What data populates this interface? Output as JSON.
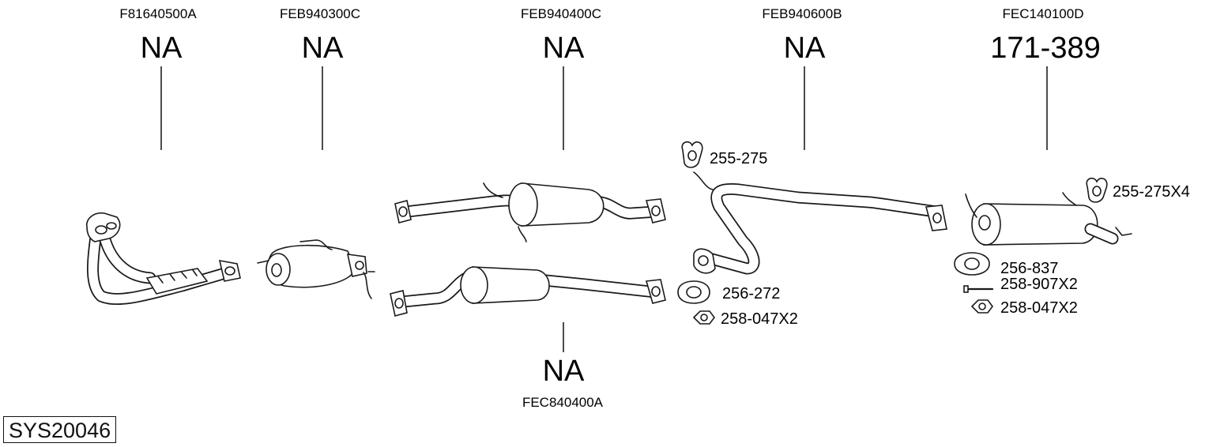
{
  "parts": [
    {
      "code": "F81640500A",
      "price": "NA"
    },
    {
      "code": "FEB940300C",
      "price": "NA"
    },
    {
      "code": "FEB940400C",
      "price": "NA"
    },
    {
      "code": "FEB940600B",
      "price": "NA"
    },
    {
      "code": "FEC140100D",
      "price": "171-389"
    },
    {
      "code": "FEC840400A",
      "price": "NA"
    }
  ],
  "accessories": {
    "hanger_1": "255-275",
    "hanger_4": "255-275X4",
    "gasket_1": "256-272",
    "nut_1": "258-047X2",
    "gasket_2": "256-837",
    "bolt_2": "258-907X2",
    "nut_2": "258-047X2"
  },
  "system_id": "SYS20046"
}
